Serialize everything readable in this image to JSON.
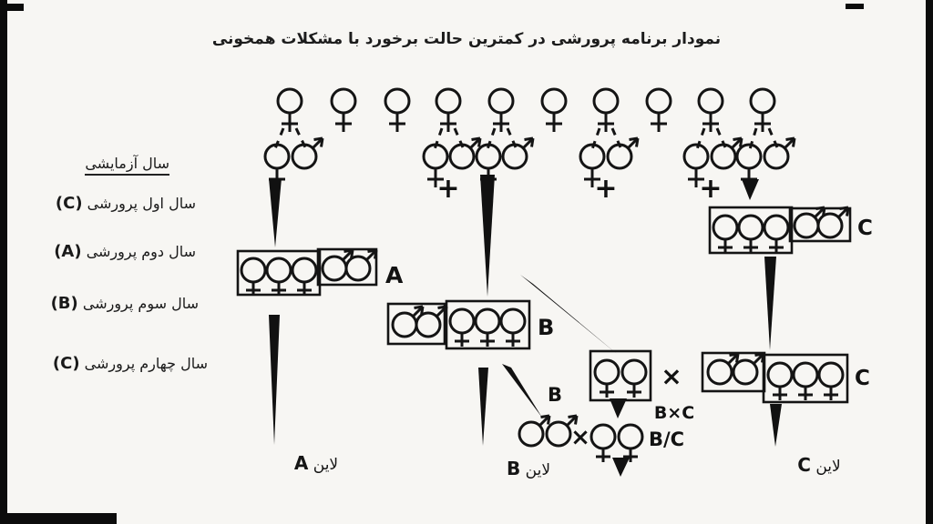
{
  "title": "نمودار برنامه پرورشی در کمترین حالت برخورد با مشکلات همخونی",
  "sidebar": {
    "heading": "سال آزمایشی",
    "rows": [
      {
        "text": "سال اول پرورشی",
        "letter": "(C)"
      },
      {
        "text": "سال دوم پرورشی",
        "letter": "(A)"
      },
      {
        "text": "سال سوم پرورشی",
        "letter": "(B)"
      },
      {
        "text": "سال چهارم پرورشی",
        "letter": "(C)"
      }
    ]
  },
  "symbols": {
    "plus": "+",
    "cross": "×"
  },
  "boxes": {
    "a": {
      "label": "A",
      "females": 3,
      "males": 2
    },
    "b": {
      "label": "B",
      "females": 3,
      "males": 2
    },
    "c_year1": {
      "label": "C",
      "females": 3,
      "males": 2
    },
    "c_year4": {
      "label": "C",
      "females": 3,
      "males": 2
    },
    "bxc_females": 2
  },
  "crosses": {
    "bxc_label": "B×C",
    "b_over_c_label": "B/C",
    "b_arrow_label": "B"
  },
  "lines": {
    "a": {
      "word": "لاین",
      "letter": "A"
    },
    "b": {
      "word": "لاین",
      "letter": "B"
    },
    "c": {
      "word": "لاین",
      "letter": "C"
    }
  },
  "population": {
    "top_row_females": 10,
    "selected_families": 6
  },
  "colors": {
    "ink": "#141414",
    "paper": "#f7f6f3"
  }
}
